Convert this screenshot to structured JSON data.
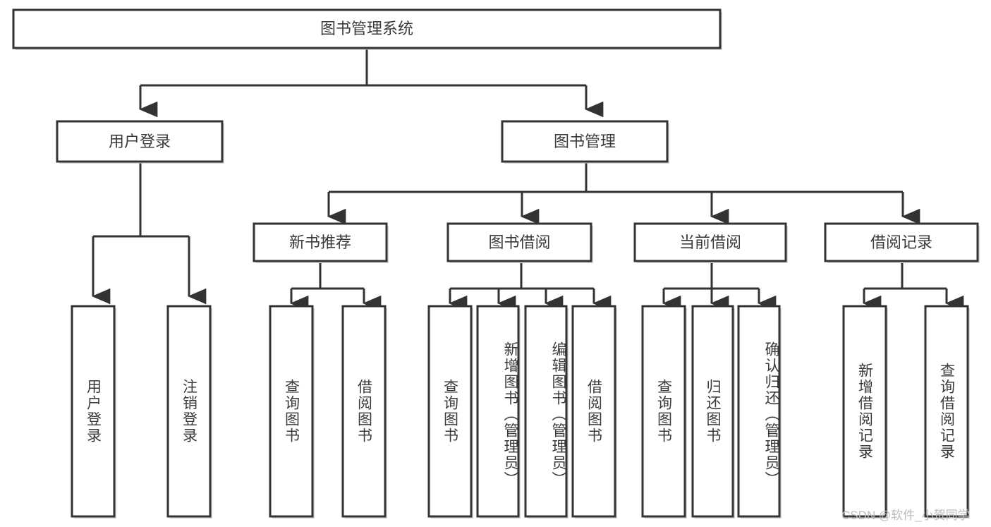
{
  "diagram": {
    "title": "图书管理系统",
    "type": "tree-hierarchy-diagram",
    "colors": {
      "box_fill": "#ffffff",
      "box_stroke": "#333333",
      "text": "#3a3a3a",
      "watermark": "#bcbcbc",
      "background": "#ffffff"
    },
    "watermark": "CSDN @软件_小贺同学",
    "nodes": {
      "root": {
        "label": "图书管理系统"
      },
      "level1": [
        {
          "label": "用户登录"
        },
        {
          "label": "图书管理"
        }
      ],
      "level2": [
        {
          "label": "新书推荐"
        },
        {
          "label": "图书借阅"
        },
        {
          "label": "当前借阅"
        },
        {
          "label": "借阅记录"
        }
      ],
      "leaves_user_login": [
        {
          "label": "用户登录"
        },
        {
          "label": "注销登录"
        }
      ],
      "leaves_new_book": [
        {
          "label": "查询图书"
        },
        {
          "label": "借阅图书"
        }
      ],
      "leaves_borrow": [
        {
          "label": "查询图书"
        },
        {
          "label": "新增图书（管理员）"
        },
        {
          "label": "编辑图书（管理员）"
        },
        {
          "label": "借阅图书"
        }
      ],
      "leaves_current": [
        {
          "label": "查询图书"
        },
        {
          "label": "归还图书"
        },
        {
          "label": "确认归还（管理员）"
        }
      ],
      "leaves_records": [
        {
          "label": "新增借阅记录"
        },
        {
          "label": "查询借阅记录"
        }
      ]
    }
  }
}
